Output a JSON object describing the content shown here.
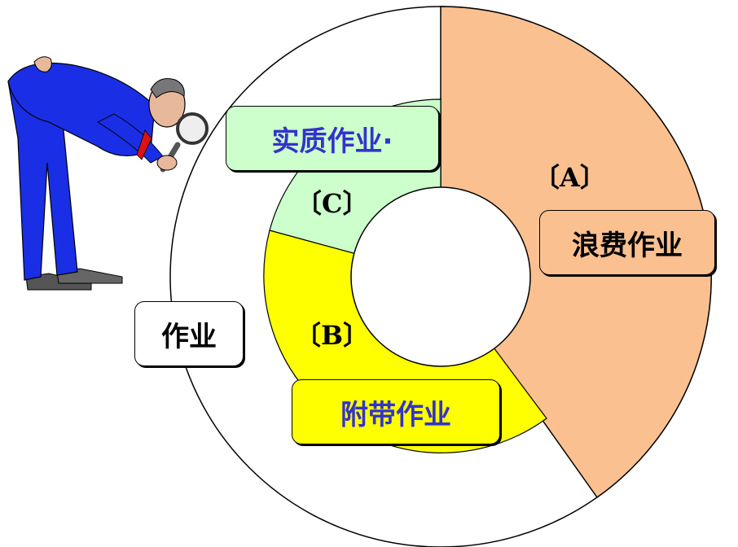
{
  "labels": {
    "real_work": "实质作业·",
    "waste_work": "浪费作业",
    "incidental_work": "附带作业",
    "work": "作业"
  },
  "brackets": {
    "a": "〔A〕",
    "b": "〔B〕",
    "c": "〔C〕"
  },
  "colors": {
    "waste": "#FAC090",
    "incidental": "#FFFF00",
    "real": "#CCFFCC",
    "real_text": "#3333CC",
    "incidental_text": "#3333CC",
    "waste_text": "#000000",
    "work_text": "#000000",
    "suit": "#1A2EE6"
  }
}
